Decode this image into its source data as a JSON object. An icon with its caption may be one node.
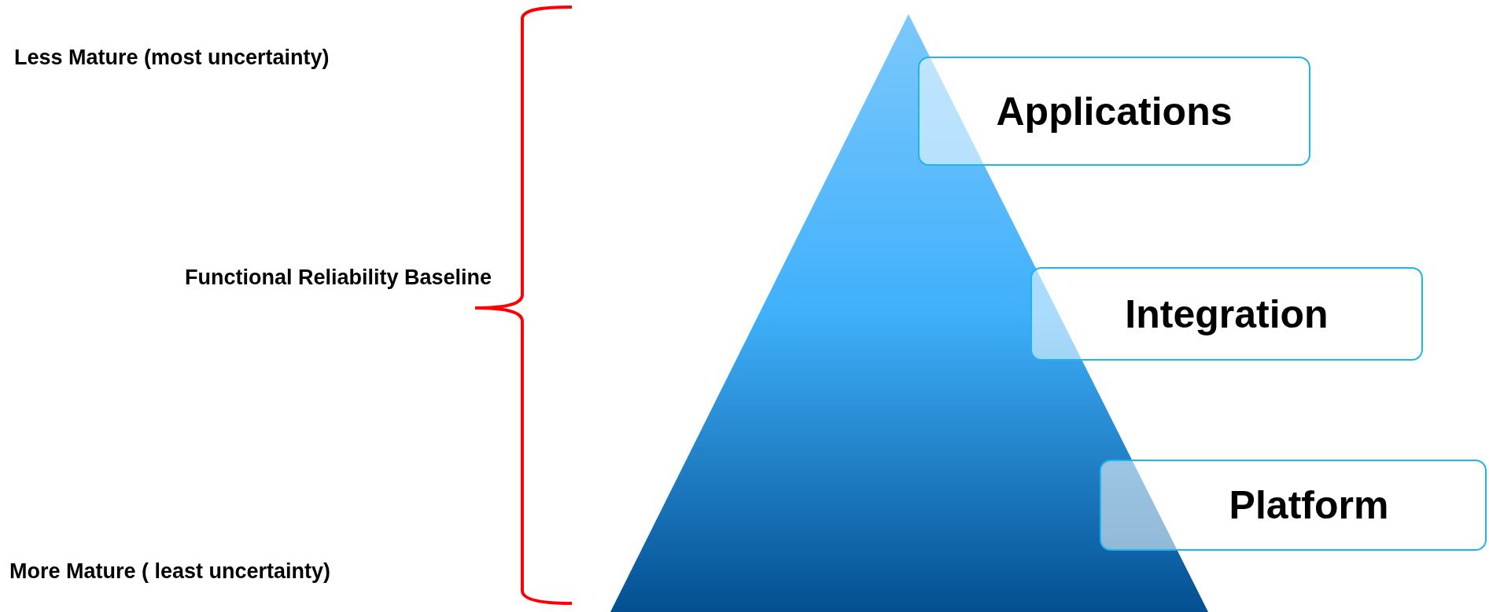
{
  "diagram": {
    "nodes": [
      {
        "text": [
          "Applications"
        ]
      },
      {
        "text": [
          "Integration"
        ]
      },
      {
        "text": [
          "Platform"
        ]
      }
    ],
    "labels": [
      "Less Mature (most uncertainty)",
      "Functional Reliability Baseline",
      "More Mature ( least uncertainty)"
    ]
  }
}
